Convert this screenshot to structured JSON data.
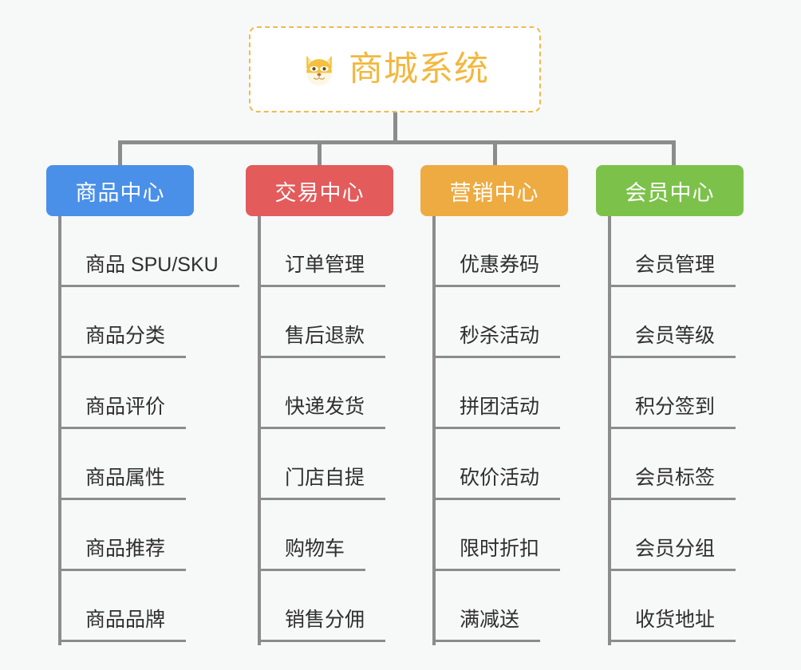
{
  "background_color": "#f7f8f8",
  "root": {
    "icon": "shiba-dog-face-icon",
    "title": "商城系统",
    "title_color": "#f3b73f",
    "border_color": "#f0b952",
    "fill_color": "#ffffff"
  },
  "connector_color": "#8c8c8c",
  "columns": [
    {
      "id": "product-center",
      "header": "商品中心",
      "color": "#4a90e8",
      "items": [
        "商品 SPU/SKU",
        "商品分类",
        "商品评价",
        "商品属性",
        "商品推荐",
        "商品品牌"
      ]
    },
    {
      "id": "trade-center",
      "header": "交易中心",
      "color": "#e35b5b",
      "items": [
        "订单管理",
        "售后退款",
        "快递发货",
        "门店自提",
        "购物车",
        "销售分佣"
      ]
    },
    {
      "id": "marketing-center",
      "header": "营销中心",
      "color": "#eeab42",
      "items": [
        "优惠券码",
        "秒杀活动",
        "拼团活动",
        "砍价活动",
        "限时折扣",
        "满减送"
      ]
    },
    {
      "id": "member-center",
      "header": "会员中心",
      "color": "#7cc24a",
      "items": [
        "会员管理",
        "会员等级",
        "积分签到",
        "会员标签",
        "会员分组",
        "收货地址"
      ]
    }
  ]
}
